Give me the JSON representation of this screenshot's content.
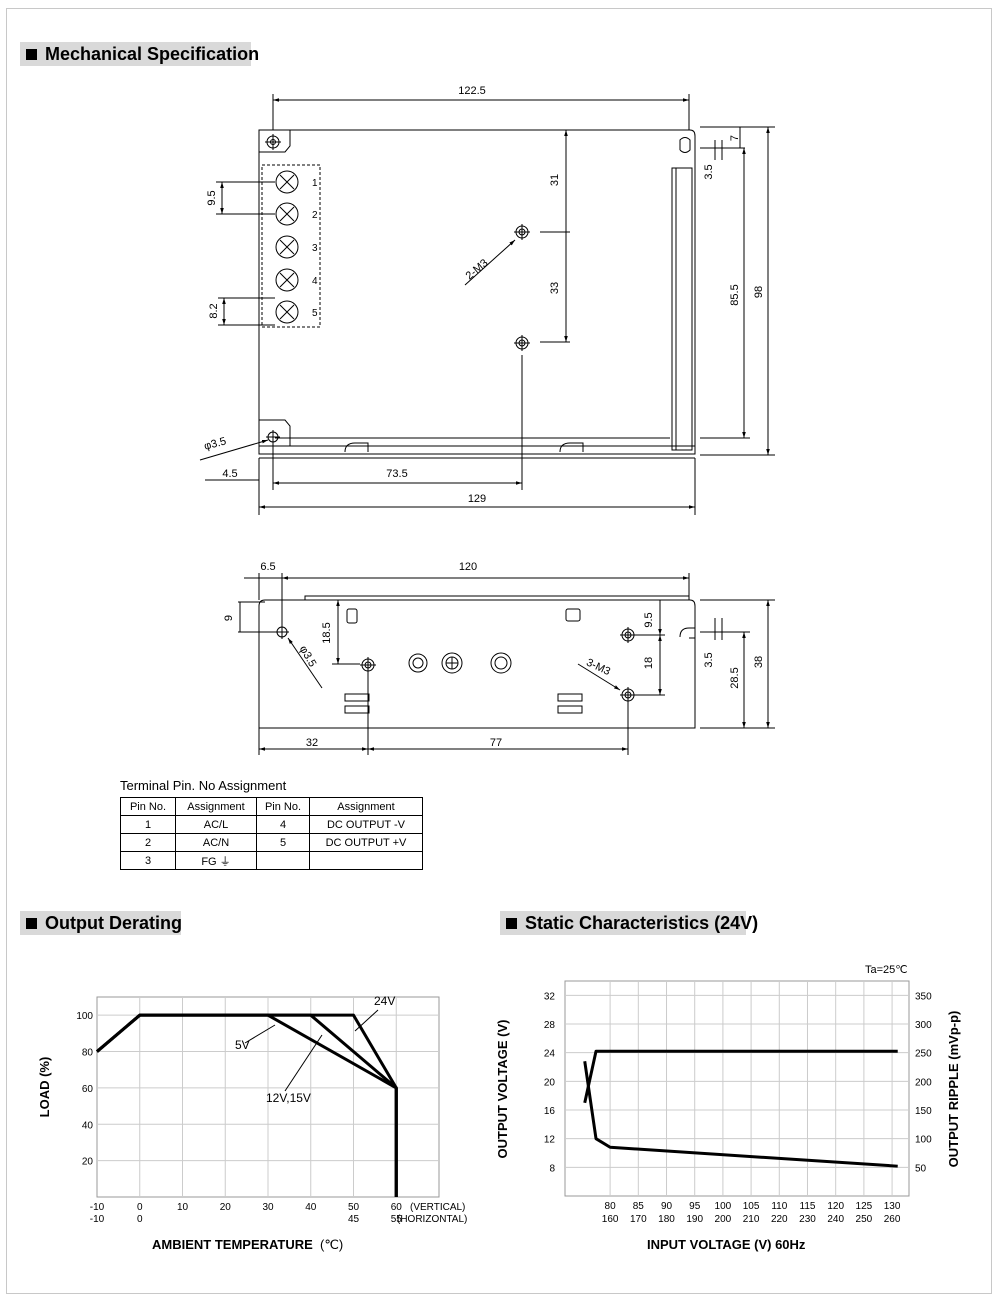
{
  "sections": {
    "mechanical": "Mechanical Specification",
    "derating": "Output Derating",
    "static": "Static Characteristics (24V)"
  },
  "top_view": {
    "dims": {
      "width_top": "122.5",
      "hole_to_top": "7",
      "hole_dia_side": "3.5",
      "pitch_9_5": "9.5",
      "pitch_8_2": "8.2",
      "d31": "31",
      "d33": "33",
      "mount": "2-M3",
      "h85_5": "85.5",
      "h98": "98",
      "hole_dia": "φ3.5",
      "d4_5": "4.5",
      "d73_5": "73.5",
      "w129": "129"
    },
    "terminals": [
      "1",
      "2",
      "3",
      "4",
      "5"
    ]
  },
  "side_view": {
    "dims": {
      "d6_5": "6.5",
      "d120": "120",
      "d9": "9",
      "d18_5": "18.5",
      "hole_dia": "φ3.5",
      "d9_5": "9.5",
      "d18": "18",
      "mount": "3-M3",
      "d3_5": "3.5",
      "d28_5": "28.5",
      "d38": "38",
      "d32": "32",
      "d77": "77"
    }
  },
  "pin_table": {
    "title": "Terminal Pin. No  Assignment",
    "headers": [
      "Pin No.",
      "Assignment",
      "Pin No.",
      "Assignment"
    ],
    "rows": [
      [
        "1",
        "AC/L",
        "4",
        "DC OUTPUT  -V"
      ],
      [
        "2",
        "AC/N",
        "5",
        "DC OUTPUT +V"
      ],
      [
        "3",
        "FG ⏚",
        "",
        ""
      ]
    ]
  },
  "chart_data": [
    {
      "type": "line",
      "title": "Output Derating",
      "xlabel": "AMBIENT TEMPERATURE",
      "xunit": "(℃)",
      "ylabel": "LOAD (%)",
      "xlim": [
        -10,
        70
      ],
      "ylim": [
        0,
        110
      ],
      "x_ticks_vertical": [
        "-10",
        "0",
        "10",
        "20",
        "30",
        "40",
        "50",
        "60"
      ],
      "x_ticks_horizontal": [
        "-10",
        "0",
        "",
        "",
        "",
        "",
        "45",
        "55"
      ],
      "x_tick_positions": [
        -10,
        0,
        10,
        20,
        30,
        40,
        50,
        60
      ],
      "x_tick_note_vertical": "(VERTICAL)",
      "x_tick_note_horizontal": "(HORIZONTAL)",
      "y_ticks": [
        20,
        40,
        60,
        80,
        100
      ],
      "series": [
        {
          "name": "5V",
          "x": [
            -10,
            0,
            30,
            60,
            60
          ],
          "y": [
            80,
            100,
            100,
            60,
            0
          ]
        },
        {
          "name": "12V,15V",
          "x": [
            -10,
            0,
            40,
            60,
            60
          ],
          "y": [
            80,
            100,
            100,
            60,
            0
          ]
        },
        {
          "name": "24V",
          "x": [
            -10,
            0,
            50,
            60,
            60
          ],
          "y": [
            80,
            100,
            100,
            60,
            0
          ]
        }
      ],
      "labels": {
        "s5": "5V",
        "s12": "12V,15V",
        "s24": "24V"
      }
    },
    {
      "type": "line",
      "title": "Static Characteristics (24V)",
      "note": "Ta=25℃",
      "xlabel": "INPUT VOLTAGE (V) 60Hz",
      "ylabel_left": "OUTPUT VOLTAGE  (V)",
      "ylabel_right": "OUTPUT RIPPLE  (mVp-p)",
      "xlim": [
        72,
        133
      ],
      "x_ticks_top": [
        "80",
        "85",
        "90",
        "95",
        "100",
        "105",
        "110",
        "115",
        "120",
        "125",
        "130"
      ],
      "x_ticks_bottom": [
        "160",
        "170",
        "180",
        "190",
        "200",
        "210",
        "220",
        "230",
        "240",
        "250",
        "260"
      ],
      "x_tick_positions": [
        80,
        85,
        90,
        95,
        100,
        105,
        110,
        115,
        120,
        125,
        130
      ],
      "ylim_left": [
        4,
        34
      ],
      "y_ticks_left": [
        8,
        12,
        16,
        20,
        24,
        28,
        32
      ],
      "ylim_right": [
        0,
        375
      ],
      "y_ticks_right": [
        50,
        100,
        150,
        200,
        250,
        300,
        350
      ],
      "series": [
        {
          "name": "OUTPUT VOLTAGE",
          "axis": "left",
          "x": [
            75.5,
            77.5,
            131
          ],
          "y": [
            17,
            24.2,
            24.2
          ]
        },
        {
          "name": "OUTPUT RIPPLE",
          "axis": "right",
          "x": [
            75.5,
            77.5,
            80,
            131
          ],
          "y": [
            235,
            100,
            85,
            52
          ]
        }
      ]
    }
  ]
}
